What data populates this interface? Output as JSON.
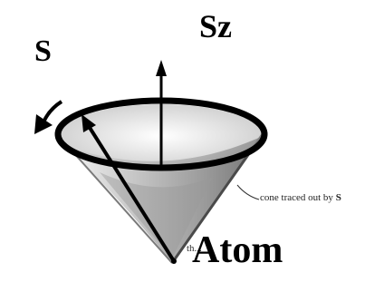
{
  "labels": {
    "sz": "Sz",
    "s": "S",
    "atom": "Atom",
    "cone_note": "cone traced out by",
    "cone_note_symbol": "S",
    "tip_note": "th..."
  },
  "colors": {
    "ink": "#000000",
    "shade": "#6e6e6e",
    "background": "#ffffff"
  }
}
